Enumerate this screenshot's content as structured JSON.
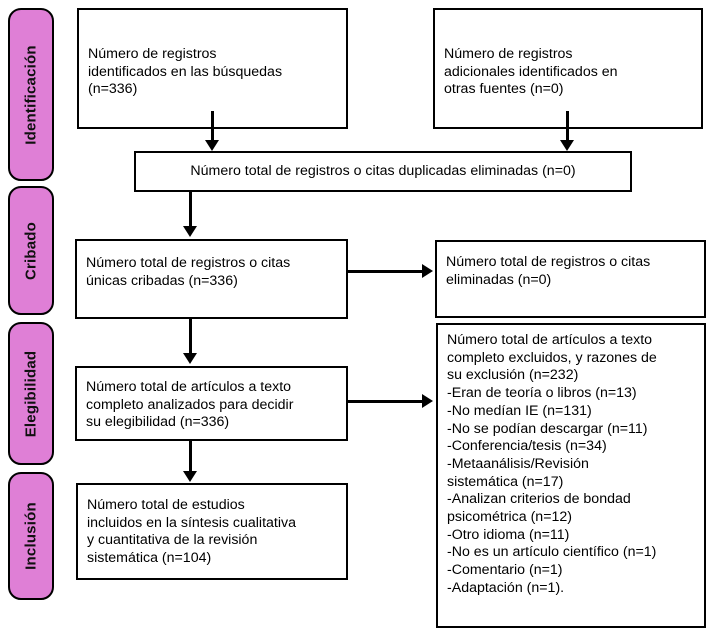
{
  "diagram": {
    "title": "PRISMA flow diagram",
    "accent_color": "#df7fd6",
    "border_color": "#000000",
    "background_color": "#ffffff"
  },
  "phases": [
    {
      "id": "identificacion",
      "label": "Identificación"
    },
    {
      "id": "cribado",
      "label": "Cribado"
    },
    {
      "id": "elegibilidad",
      "label": "Elegibilidad"
    },
    {
      "id": "inclusion",
      "label": "Inclusión"
    }
  ],
  "boxes": {
    "records_identified": {
      "text": "Número de registros\nidentificados en las búsquedas\n(n=336)",
      "n": 336
    },
    "additional_records": {
      "text": "Número de registros\nadicionales identificados en\notras fuentes (n=0)",
      "n": 0
    },
    "duplicates_removed": {
      "text": "Número total de registros o citas duplicadas eliminadas (n=0)",
      "n": 0
    },
    "records_screened": {
      "text": "Número total de registros o citas\núnicas cribadas (n=336)",
      "n": 336
    },
    "records_excluded": {
      "text": "Número total de registros o citas\neliminadas (n=0)",
      "n": 0
    },
    "fulltext_assessed": {
      "text": "Número total de artículos a texto\ncompleto analizados para decidir\nsu elegibilidad (n=336)",
      "n": 336
    },
    "fulltext_excluded": {
      "text": "Número total de artículos a texto\ncompleto excluidos, y razones de\nsu exclusión (n=232)\n-Eran de teoría o libros (n=13)\n-No medían IE (n=131)\n-No se podían descargar (n=11)\n-Conferencia/tesis (n=34)\n-Metaanálisis/Revisión\nsistemática (n=17)\n-Analizan criterios de bondad\npsicométrica (n=12)\n-Otro idioma (n=11)\n-No es un artículo científico (n=1)\n-Comentario (n=1)\n-Adaptación (n=1).",
      "n": 232,
      "reasons": [
        {
          "label": "Eran de teoría o libros",
          "n": 13
        },
        {
          "label": "No medían IE",
          "n": 131
        },
        {
          "label": "No se podían descargar",
          "n": 11
        },
        {
          "label": "Conferencia/tesis",
          "n": 34
        },
        {
          "label": "Metaanálisis/Revisión sistemática",
          "n": 17
        },
        {
          "label": "Analizan criterios de bondad psicométrica",
          "n": 12
        },
        {
          "label": "Otro idioma",
          "n": 11
        },
        {
          "label": "No es un artículo científico",
          "n": 1
        },
        {
          "label": "Comentario",
          "n": 1
        },
        {
          "label": "Adaptación",
          "n": 1
        }
      ]
    },
    "studies_included": {
      "text": "Número total de estudios\nincluidos en la síntesis cualitativa\ny cuantitativa de la revisión\nsistemática (n=104)",
      "n": 104
    }
  }
}
